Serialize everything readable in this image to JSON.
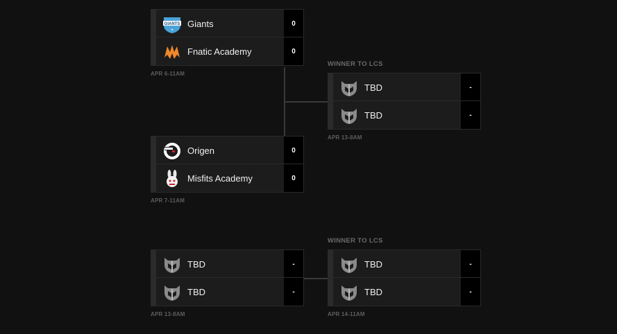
{
  "bracket_a": {
    "match1": {
      "team1": {
        "name": "Giants",
        "score": "0",
        "logo": "giants-logo"
      },
      "team2": {
        "name": "Fnatic Academy",
        "score": "0",
        "logo": "fnatic-logo"
      },
      "date": "APR 6-11AM"
    },
    "match2": {
      "team1": {
        "name": "Origen",
        "score": "0",
        "logo": "origen-logo"
      },
      "team2": {
        "name": "Misfits Academy",
        "score": "0",
        "logo": "misfits-logo"
      },
      "date": "APR 7-11AM"
    },
    "final": {
      "label": "WINNER TO LCS",
      "team1": {
        "name": "TBD",
        "score": "-",
        "logo": "tbd-helmet-icon"
      },
      "team2": {
        "name": "TBD",
        "score": "-",
        "logo": "tbd-helmet-icon"
      },
      "date": "APR 13-8AM"
    }
  },
  "bracket_b": {
    "match1": {
      "team1": {
        "name": "TBD",
        "score": "-",
        "logo": "tbd-helmet-icon"
      },
      "team2": {
        "name": "TBD",
        "score": "-",
        "logo": "tbd-helmet-icon"
      },
      "date": "APR 13-8AM"
    },
    "final": {
      "label": "WINNER TO LCS",
      "team1": {
        "name": "TBD",
        "score": "-",
        "logo": "tbd-helmet-icon"
      },
      "team2": {
        "name": "TBD",
        "score": "-",
        "logo": "tbd-helmet-icon"
      },
      "date": "APR 14-11AM"
    }
  },
  "colors": {
    "background": "#111111",
    "card": "#1c1c1c",
    "score_box": "#000000",
    "fnatic_orange": "#f0882a",
    "giants_blue": "#4aa3d8",
    "origen_red": "#d3202e"
  }
}
